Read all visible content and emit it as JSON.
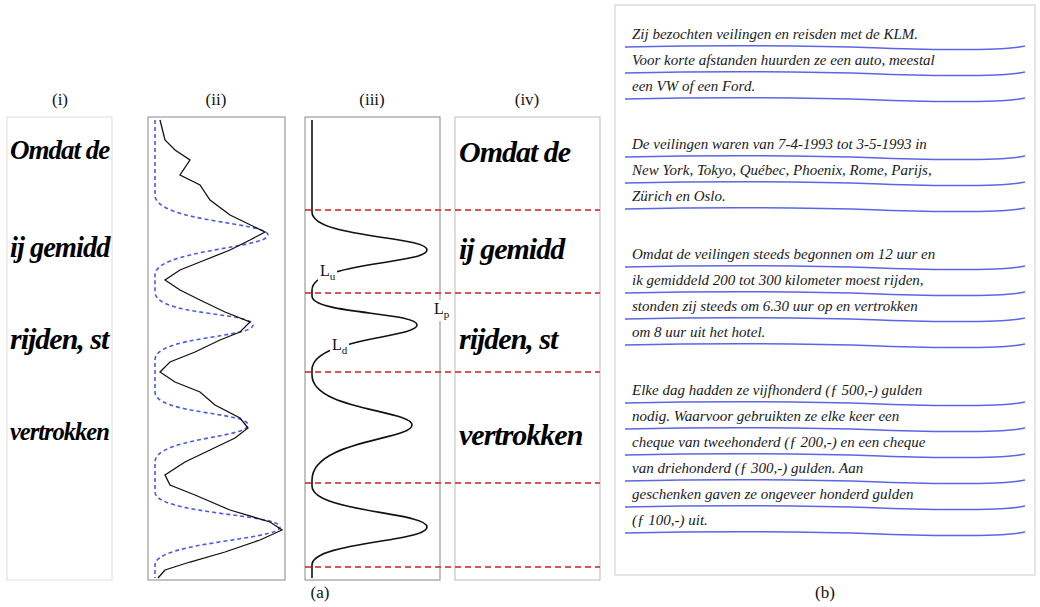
{
  "diagram": {
    "labels": [
      "(i)",
      "(ii)",
      "(iii)",
      "(iv)",
      "Omdat de",
      "ij gemidd",
      "rijden, st",
      "vertrokken",
      "Lu",
      "Lp",
      "Ld",
      "Omdat de",
      "ij gemidd",
      "rijden, st",
      "vertrokken",
      "(a)",
      "Zij bezochten veilingen en reisden met de KLM.",
      "Voor korte afstanden huurden ze een auto, meestal",
      "een VW of een Ford.",
      "De veilingen waren van 7-4-1993 tot 3-5-1993 in",
      "New York, Tokyo, Québec, Phoenix, Rome, Parijs,",
      "Zürich en Oslo.",
      "Omdat de veilingen steeds begonnen om 12 uur en",
      "ik gemiddeld 200 tot 300 kilometer moest rijden,",
      "stonden zij steeds om 6.30 uur op en vertrokken",
      "om 8 uur uit het hotel.",
      "Elke dag hadden ze vijfhonderd (ƒ 500,-) gulden",
      "nodig. Waarvoor gebruikten ze elke keer een",
      "cheque van tweehonderd (ƒ 200,-) en een cheque",
      "van driehonderd (ƒ 300,-) gulden. Aan",
      "geschenken gaven ze ongeveer honderd gulden",
      "(ƒ 100,-) uit.",
      "(b)"
    ]
  }
}
